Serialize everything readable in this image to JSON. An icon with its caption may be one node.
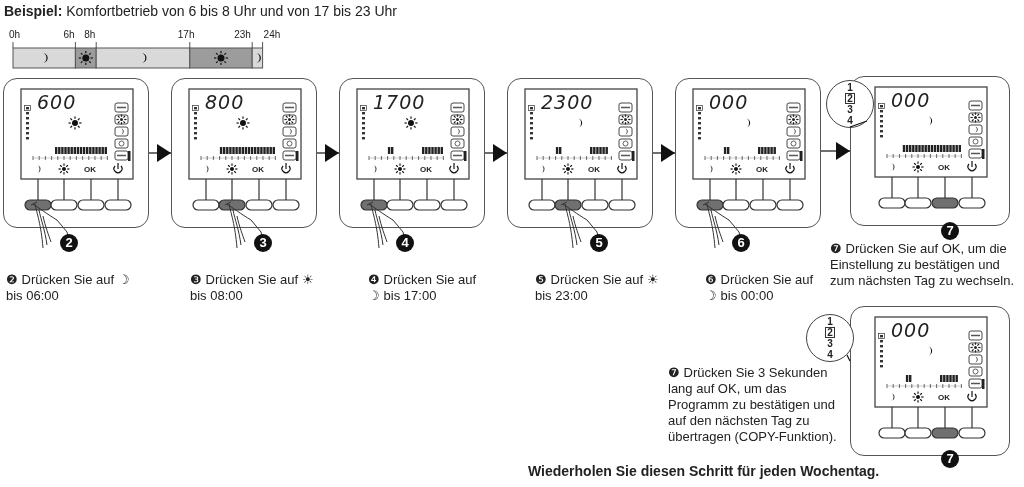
{
  "diagram": {
    "title": "**Beispiel:** Komfortbetrieb von 6 bis 8 Uhr und von 17 bis 23 Uhr",
    "caption": "Wiederholen Sie diesen Schritt für jeden Wochentag.",
    "nodes": [
      {
        "text": [
          "600",
          "OK"
        ],
        "beside": [
          "2",
          "❷ Drücken Sie auf ☽ bis 06:00"
        ]
      },
      {
        "text": [
          "800",
          "OK"
        ],
        "beside": [
          "3",
          "❸ Drücken Sie auf ☀ bis 08:00"
        ]
      },
      {
        "text": [
          "1700",
          "OK"
        ],
        "beside": [
          "4",
          "❹ Drücken Sie auf ☽ bis 17:00"
        ]
      },
      {
        "text": [
          "2300",
          "OK"
        ],
        "beside": [
          "5",
          "❺ Drücken Sie auf ☀ bis 23:00"
        ]
      },
      {
        "text": [
          "000",
          "OK"
        ],
        "beside": [
          "6"
        ]
      },
      {
        "text": [
          "1",
          "2",
          "3",
          "4"
        ]
      },
      {
        "text": [
          "000",
          "OK"
        ],
        "beside": [
          "7",
          "❼ Drücken Sie auf OK, um die Einstellung zu bestätigen und zum nächsten Tag zu wechseln."
        ]
      },
      {
        "text": [
          "1",
          "2",
          "3",
          "4"
        ]
      },
      {
        "text": [
          "000",
          "OK"
        ],
        "beside": [
          "7"
        ]
      }
    ],
    "edges": [
      {
        "from": 0,
        "to": 1,
        "arrow": "to"
      },
      {
        "from": 1,
        "to": 2,
        "arrow": "to"
      },
      {
        "from": 2,
        "to": 3,
        "arrow": "to"
      },
      {
        "from": 3,
        "to": 4,
        "arrow": "to"
      },
      {
        "from": 4,
        "to": 6,
        "arrow": "to"
      },
      {
        "from": 5,
        "to": 6,
        "arrow": "none"
      },
      {
        "from": 7,
        "to": 8,
        "arrow": "none"
      }
    ],
    "labels": [
      "0h",
      "6h",
      "8h",
      "17h",
      "23h",
      "24h",
      "❻ Drücken Sie auf ☽ bis 00:00",
      "❼ Drücken Sie 3 Sekunden lang auf OK, um das Programm zu bestätigen und auf den nächsten Tag zu übertragen (COPY-Funktion)."
    ]
  }
}
